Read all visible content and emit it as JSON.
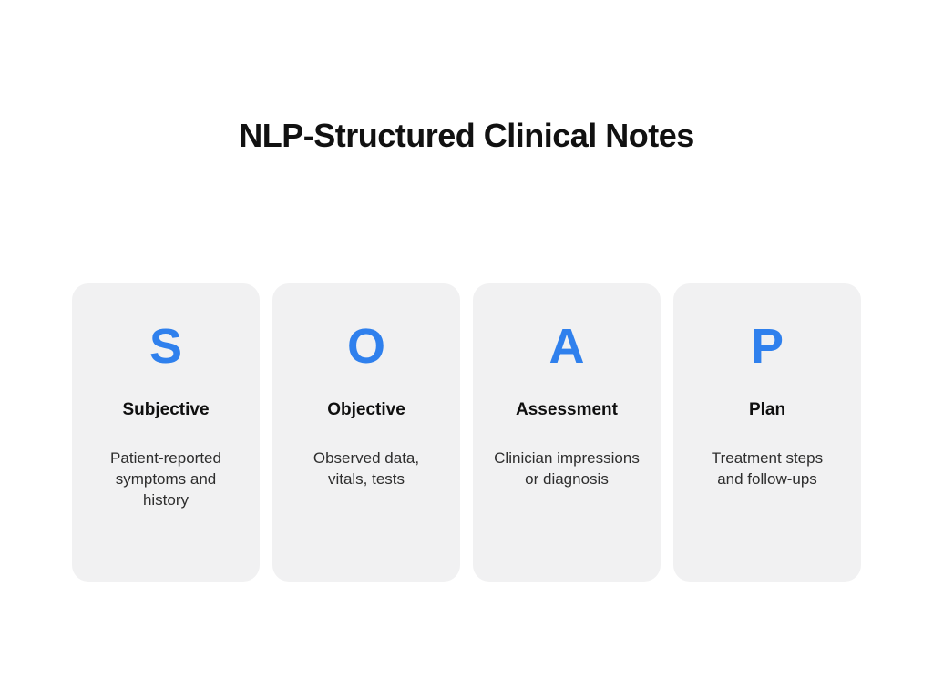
{
  "page": {
    "title": "NLP-Structured Clinical Notes"
  },
  "colors": {
    "accent": "#2f80ed",
    "card_bg": "#f1f1f2",
    "title_text": "#111111",
    "heading_text": "#0f0f0f",
    "body_text": "#2e2e2e",
    "page_bg": "#ffffff"
  },
  "cards": [
    {
      "letter": "S",
      "name": "Subjective",
      "description": "Patient-reported symptoms and history",
      "description_lines": [
        "Patient-reported",
        "symptoms and",
        "history"
      ]
    },
    {
      "letter": "O",
      "name": "Objective",
      "description": "Observed data, vitals, tests",
      "description_lines": [
        "Observed data,",
        "vitals, tests"
      ]
    },
    {
      "letter": "A",
      "name": "Assessment",
      "description": "Clinician impressions or diagnosis",
      "description_lines": [
        "Clinician impressions",
        "or diagnosis"
      ]
    },
    {
      "letter": "P",
      "name": "Plan",
      "description": "Treatment steps and follow-ups",
      "description_lines": [
        "Treatment steps",
        "and follow-ups"
      ]
    }
  ]
}
